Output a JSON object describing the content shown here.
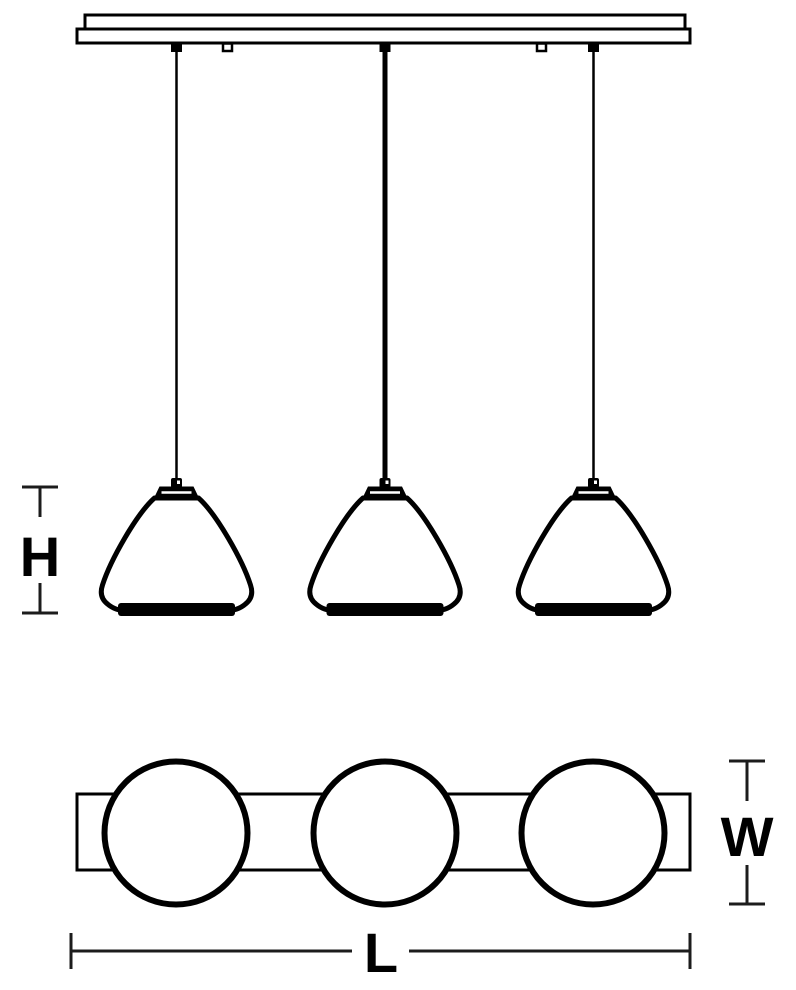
{
  "figure": {
    "kind": "black-and-white line-art dimension diagram",
    "subject": "3-light linear pendant fixture",
    "pendant_count": 3,
    "background_color": "#ffffff",
    "line_color": "#000000",
    "dimension_line_color": "#1c1c1c",
    "views": [
      {
        "name": "front elevation",
        "elements": "ceiling canopy bar, 3 suspension cords, 3 tapered cone shades"
      },
      {
        "name": "bottom plan",
        "elements": "linear canopy bar with 3 round shade outlines"
      }
    ]
  },
  "dimensions": {
    "height": {
      "label": "H"
    },
    "width": {
      "label": "W"
    },
    "length": {
      "label": "L"
    }
  }
}
